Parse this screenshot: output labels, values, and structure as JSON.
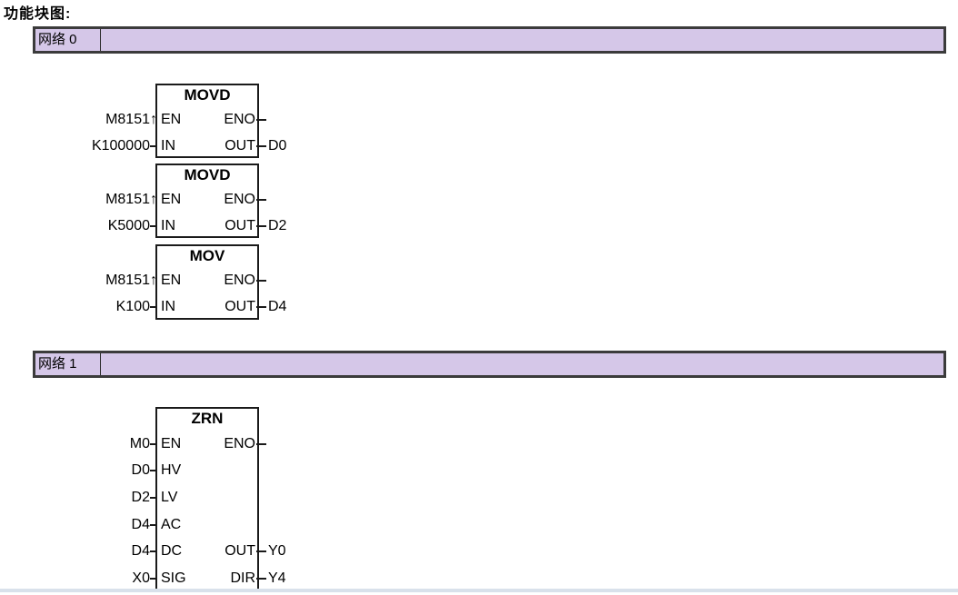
{
  "page": {
    "heading": "功能块图:"
  },
  "colors": {
    "bar_fill": "#d5c7e8",
    "bar_border": "#3b3b3b",
    "line_color": "#1a1a1a",
    "divider": "#d9e1eb"
  },
  "networks": [
    {
      "label": "网络 0"
    },
    {
      "label": "网络 1"
    }
  ],
  "blocks": [
    {
      "title": "MOVD",
      "left_pins": [
        {
          "operand": "M8151↑",
          "pin": "EN"
        },
        {
          "operand": "K100000",
          "pin": "IN"
        }
      ],
      "right_pins": [
        {
          "pin": "ENO",
          "operand": ""
        },
        {
          "pin": "OUT",
          "operand": "D0"
        }
      ]
    },
    {
      "title": "MOVD",
      "left_pins": [
        {
          "operand": "M8151↑",
          "pin": "EN"
        },
        {
          "operand": "K5000",
          "pin": "IN"
        }
      ],
      "right_pins": [
        {
          "pin": "ENO",
          "operand": ""
        },
        {
          "pin": "OUT",
          "operand": "D2"
        }
      ]
    },
    {
      "title": "MOV",
      "left_pins": [
        {
          "operand": "M8151↑",
          "pin": "EN"
        },
        {
          "operand": "K100",
          "pin": "IN"
        }
      ],
      "right_pins": [
        {
          "pin": "ENO",
          "operand": ""
        },
        {
          "pin": "OUT",
          "operand": "D4"
        }
      ]
    },
    {
      "title": "ZRN",
      "left_pins": [
        {
          "operand": "M0",
          "pin": "EN"
        },
        {
          "operand": "D0",
          "pin": "HV"
        },
        {
          "operand": "D2",
          "pin": "LV"
        },
        {
          "operand": "D4",
          "pin": "AC"
        },
        {
          "operand": "D4",
          "pin": "DC"
        },
        {
          "operand": "X0",
          "pin": "SIG"
        }
      ],
      "right_pins": [
        {
          "pin": "ENO",
          "operand": ""
        },
        {
          "pin": "OUT",
          "operand": "Y0"
        },
        {
          "pin": "DIR",
          "operand": "Y4"
        }
      ]
    }
  ]
}
